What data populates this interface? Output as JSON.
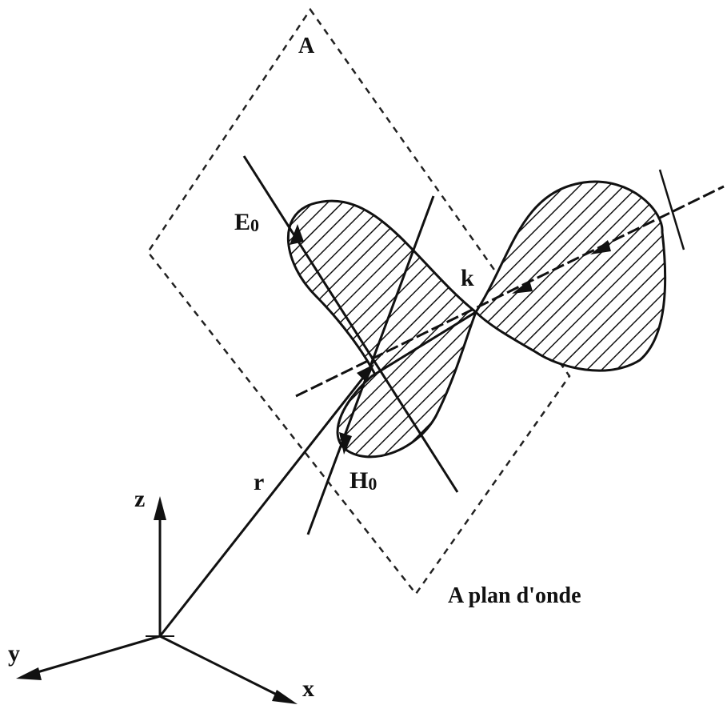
{
  "labels": {
    "plane_top": "A",
    "e_field_main": "E",
    "e_field_sub": "0",
    "h_field_main": "H",
    "h_field_sub": "0",
    "wave_vector": "k",
    "position_vector": "r",
    "axis_z": "z",
    "axis_y": "y",
    "axis_x": "x",
    "plane_caption": "A plan d'onde"
  },
  "colors": {
    "ink": "#111111",
    "background": "#ffffff"
  }
}
